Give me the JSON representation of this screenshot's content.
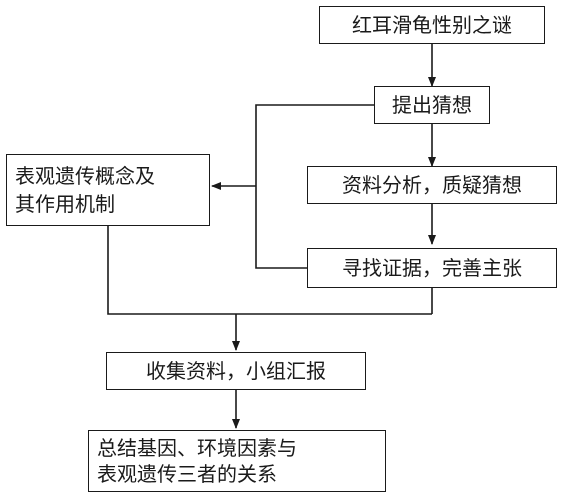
{
  "nodes": {
    "mystery": "红耳滑龟性别之谜",
    "hypothesis": "提出猜想",
    "analysis": "资料分析，质疑猜想",
    "evidence": "寻找证据，完善主张",
    "epigenetics_line1": "表观遗传概念及",
    "epigenetics_line2": "其作用机制",
    "collect": "收集资料，小组汇报",
    "summary_line1": "总结基因、环境因素与",
    "summary_line2": "表观遗传三者的关系"
  }
}
